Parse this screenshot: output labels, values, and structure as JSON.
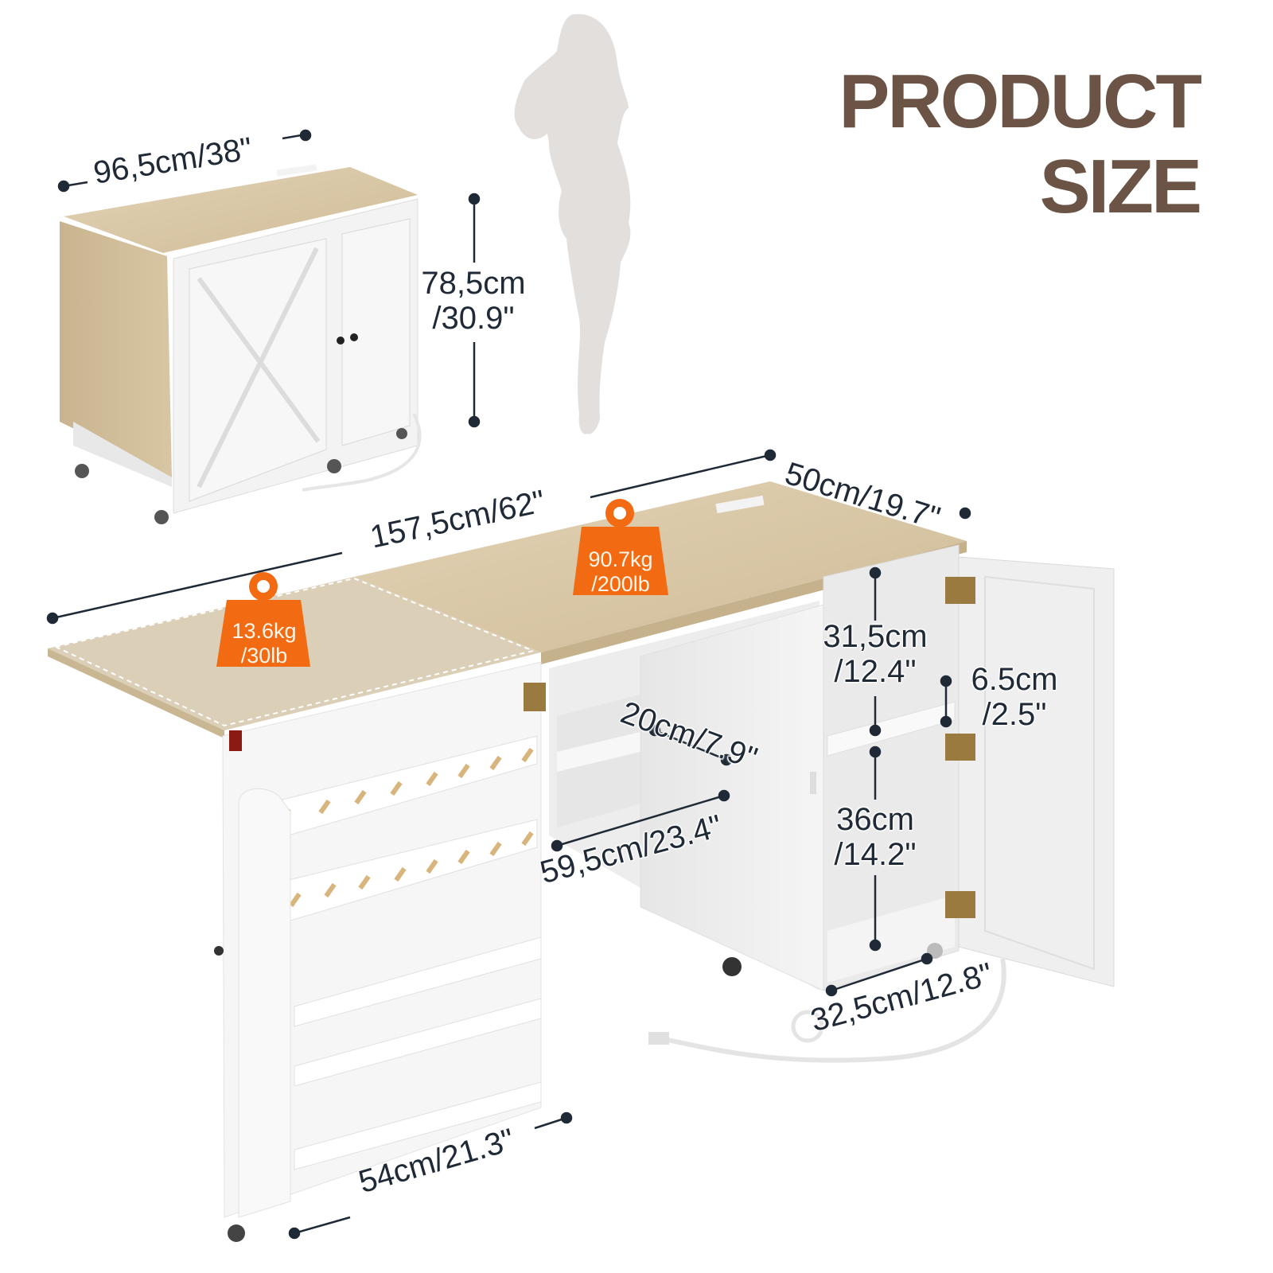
{
  "title": {
    "line1": "PRODUCT",
    "line2": "SIZE",
    "color": "#6b5446"
  },
  "colors": {
    "wood": "#d9c8a8",
    "cabinet_white": "#f4f4f4",
    "dim_line": "#1f2a36",
    "weight_badge": "#f26a12",
    "silhouette": "#e3dfdc",
    "hinge": "#9a7a3e"
  },
  "folded_view": {
    "width_label": "96,5cm/38\"",
    "height_label_cm": "78,5cm",
    "height_label_in": "/30.9\""
  },
  "silhouette": {
    "icon": "woman-silhouette-icon"
  },
  "expanded_view": {
    "length_label": "157,5cm/62\"",
    "depth_label": "50cm/19.7\"",
    "weight_main": {
      "kg": "90.7kg",
      "lb": "/200lb",
      "icon": "weight-icon"
    },
    "weight_leaf": {
      "kg": "13.6kg",
      "lb": "/30lb",
      "icon": "weight-icon"
    },
    "shelf_depth_label": "20cm/7.9\"",
    "shelf_width_label": "59,5cm/23.4\"",
    "upper_compartment": {
      "cm": "31,5cm",
      "in": "/12.4\""
    },
    "shelf_gap": {
      "cm": "6.5cm",
      "in": "/2.5\""
    },
    "lower_compartment": {
      "cm": "36cm",
      "in": "/14.2\""
    },
    "cabinet_width_label": "32,5cm/12.8\"",
    "rack_width_label": "54cm/21.3\""
  }
}
